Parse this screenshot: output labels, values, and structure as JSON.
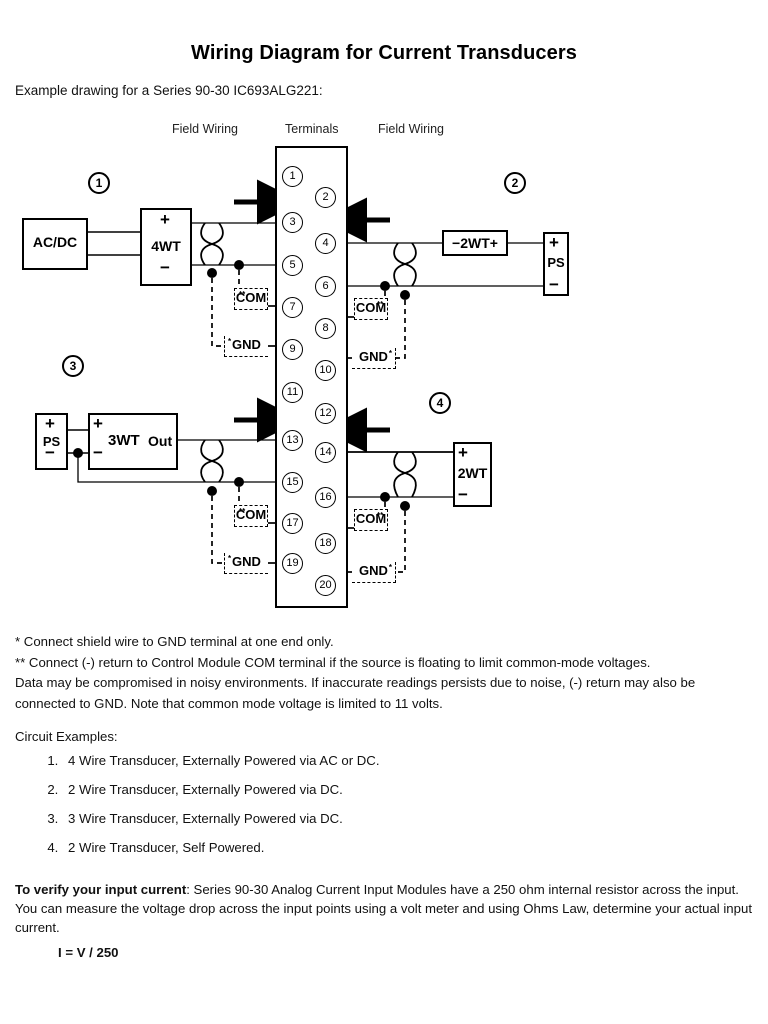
{
  "document": {
    "title": "Wiring Diagram for Current Transducers",
    "subtitle": "Example drawing for a Series 90-30 IC693ALG221:"
  },
  "diagram": {
    "column_headers": [
      {
        "label": "Field Wiring"
      },
      {
        "label": "Terminals"
      },
      {
        "label": "Field Wiring"
      }
    ],
    "terminal_strip": {
      "name": "Terminals",
      "terminals": [
        "1",
        "2",
        "3",
        "4",
        "5",
        "6",
        "7",
        "8",
        "9",
        "10",
        "11",
        "12",
        "13",
        "14",
        "15",
        "16",
        "17",
        "18",
        "19",
        "20"
      ]
    },
    "circuit_markers": [
      "1",
      "2",
      "3",
      "4"
    ],
    "circuit_1": {
      "marker": "1",
      "source_label": "AC/DC",
      "transducer_label": "4WT",
      "plus": "+",
      "minus": "−",
      "com_tag": "COM",
      "com_note_mark": "**",
      "gnd_tag": "GND",
      "gnd_note_mark": "*",
      "signal_direction": "right"
    },
    "circuit_2": {
      "marker": "2",
      "transducer_label": "−2WT+",
      "supply_label": "PS",
      "plus": "+",
      "minus": "−",
      "com_tag": "COM",
      "com_note_mark": "**",
      "gnd_tag": "GND",
      "gnd_note_mark": "*",
      "signal_direction": "left"
    },
    "circuit_3": {
      "marker": "3",
      "supply_label": "PS",
      "transducer_label": "3WT",
      "output_label": "Out",
      "plus": "+",
      "minus": "−",
      "com_tag": "COM",
      "com_note_mark": "**",
      "gnd_tag": "GND",
      "gnd_note_mark": "*",
      "signal_direction": "right"
    },
    "circuit_4": {
      "marker": "4",
      "transducer_label": "2WT",
      "plus": "+",
      "minus": "−",
      "com_tag": "COM",
      "com_note_mark": "**",
      "gnd_tag": "GND",
      "gnd_note_mark": "*",
      "signal_direction": "left"
    }
  },
  "notes": {
    "footnote_1": "* Connect shield wire to GND terminal at one end only.",
    "footnote_2": "** Connect (-) return to Control Module COM terminal if the source is floating to limit common-mode voltages.",
    "footnote_3": "Data may be compromised in noisy environments. If inaccurate readings persists due to noise, (-) return may also be connected to GND. Note that common mode voltage is limited to 11 volts.",
    "examples_heading": "Circuit Examples:"
  },
  "examples": [
    "4 Wire Transducer, Externally Powered via AC or DC.",
    "2 Wire Transducer, Externally Powered via DC.",
    "3 Wire Transducer, Externally Powered via DC.",
    "2 Wire Transducer, Self Powered."
  ],
  "verify": {
    "bold_lead": "To verify your input current",
    "body": ": Series 90-30 Analog Current Input Modules have a 250 ohm internal resistor across the input.  You can measure the voltage drop across the input points using a volt meter and using Ohms Law, determine your actual input current.",
    "formula": "I = V / 250"
  },
  "colors": {
    "ink": "#000000",
    "text": "#111111",
    "background": "#ffffff"
  }
}
